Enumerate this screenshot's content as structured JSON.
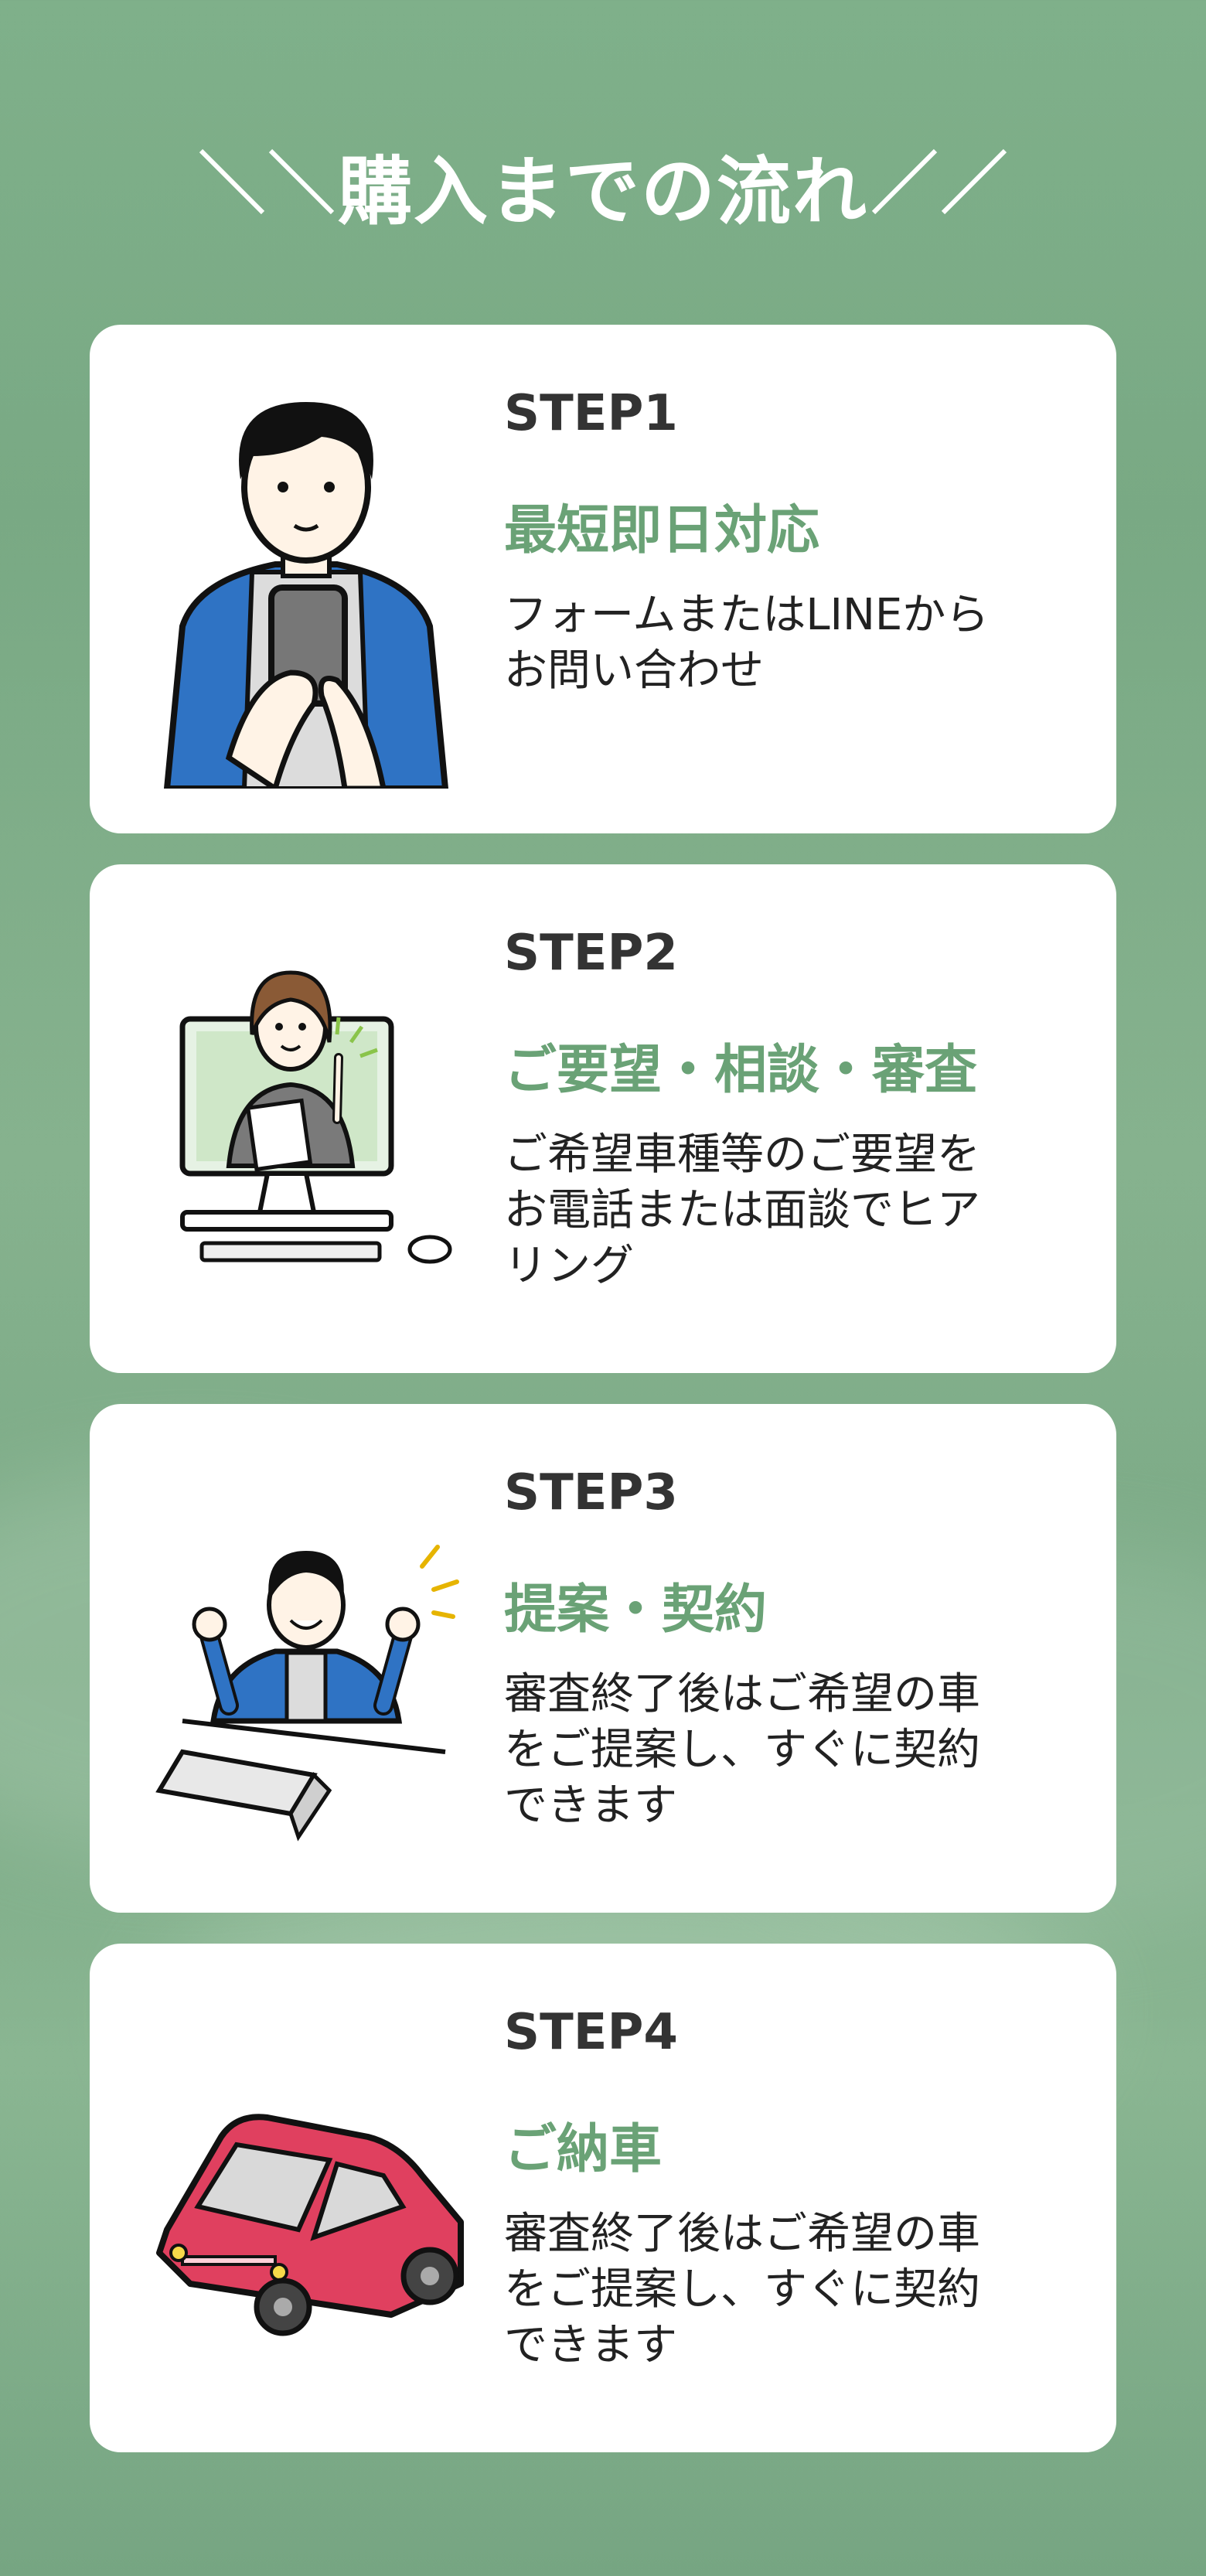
{
  "header": {
    "title": "購入までの流れ"
  },
  "steps": [
    {
      "label": "STEP1",
      "heading": "最短即日対応",
      "desc_lines": [
        "フォームまたはLINEから",
        "お問い合わせ"
      ],
      "icon": "person-smartphone-icon"
    },
    {
      "label": "STEP2",
      "heading": "ご要望・相談・審査",
      "desc_lines": [
        "ご希望車種等のご要望を",
        "お電話または面談でヒア",
        "リング"
      ],
      "icon": "consultation-monitor-icon"
    },
    {
      "label": "STEP3",
      "heading": "提案・契約",
      "desc_lines": [
        "審査終了後はご希望の車",
        "をご提案し、すぐに契約",
        "できます"
      ],
      "icon": "celebrating-person-laptop-icon"
    },
    {
      "label": "STEP4",
      "heading": "ご納車",
      "desc_lines": [
        "審査終了後はご希望の車",
        "をご提案し、すぐに契約",
        "できます"
      ],
      "icon": "red-car-icon"
    }
  ],
  "colors": {
    "accent": "#6aa276",
    "background": "#7fb08a",
    "card": "#ffffff",
    "text": "#222222"
  }
}
